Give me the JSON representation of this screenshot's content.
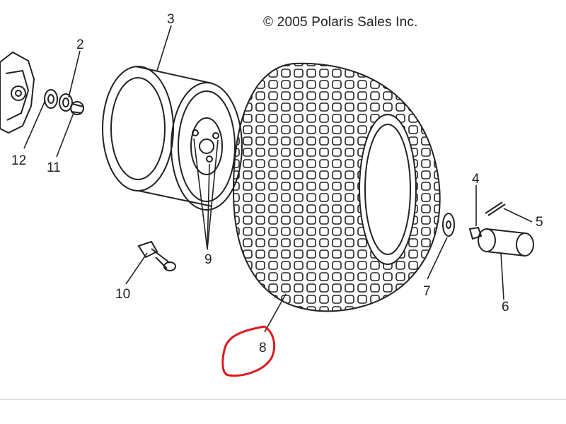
{
  "copyright": "© 2005 Polaris Sales Inc.",
  "callouts": {
    "c1": "2",
    "c2": "3",
    "c3": "12",
    "c4": "11",
    "c5": "4",
    "c6": "5",
    "c7": "9",
    "c8": "10",
    "c9": "7",
    "c10": "6",
    "c11": "8"
  },
  "colors": {
    "line": "#222222",
    "highlight": "#e0191e"
  }
}
